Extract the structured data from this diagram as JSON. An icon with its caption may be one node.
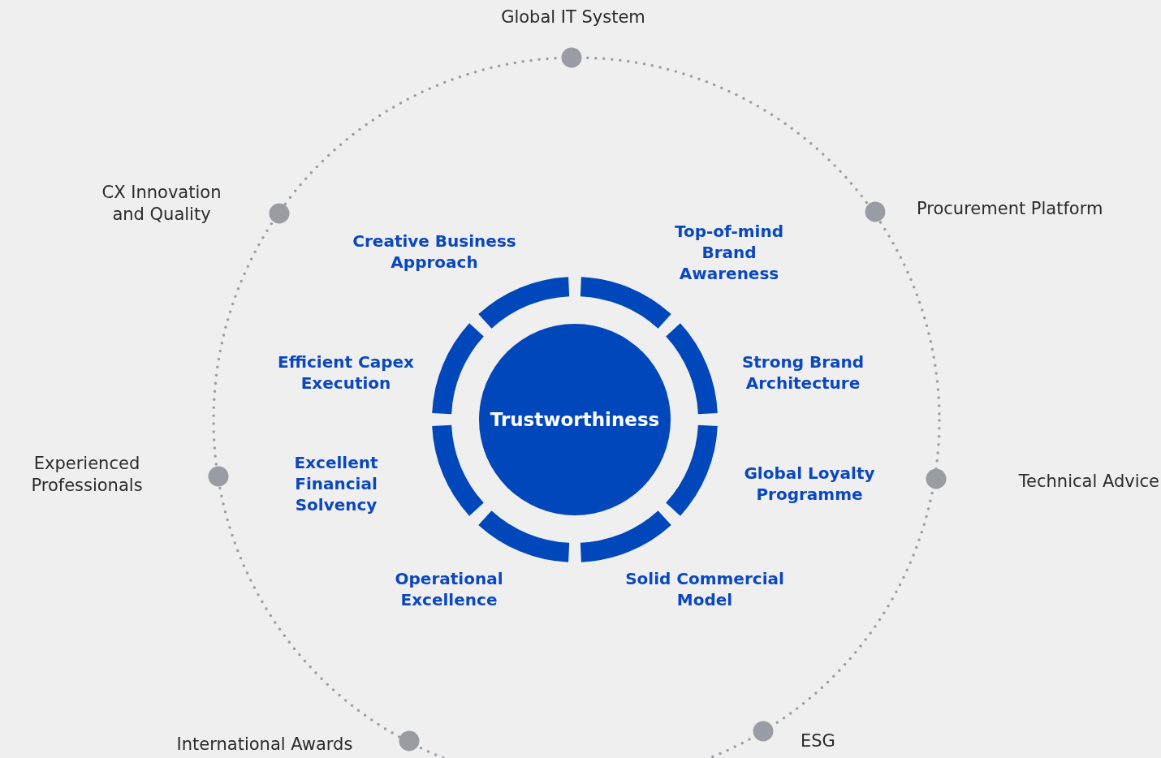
{
  "diagram": {
    "nodes": [
      {
        "text": [
          "Trustworthiness"
        ]
      }
    ],
    "labels": [
      "Global IT System",
      "CX Innovation and Quality",
      "Procurement Platform",
      "Creative Business Approach",
      "Top-of-mind Brand Awareness",
      "Efficient Capex Execution",
      "Strong Brand Architecture",
      "Experienced Professionals",
      "Excellent Financial Solvency",
      "Global Loyalty Programme",
      "Technical Advice",
      "Operational Excellence",
      "Solid Commercial Model",
      "International Awards",
      "ESG"
    ]
  }
}
